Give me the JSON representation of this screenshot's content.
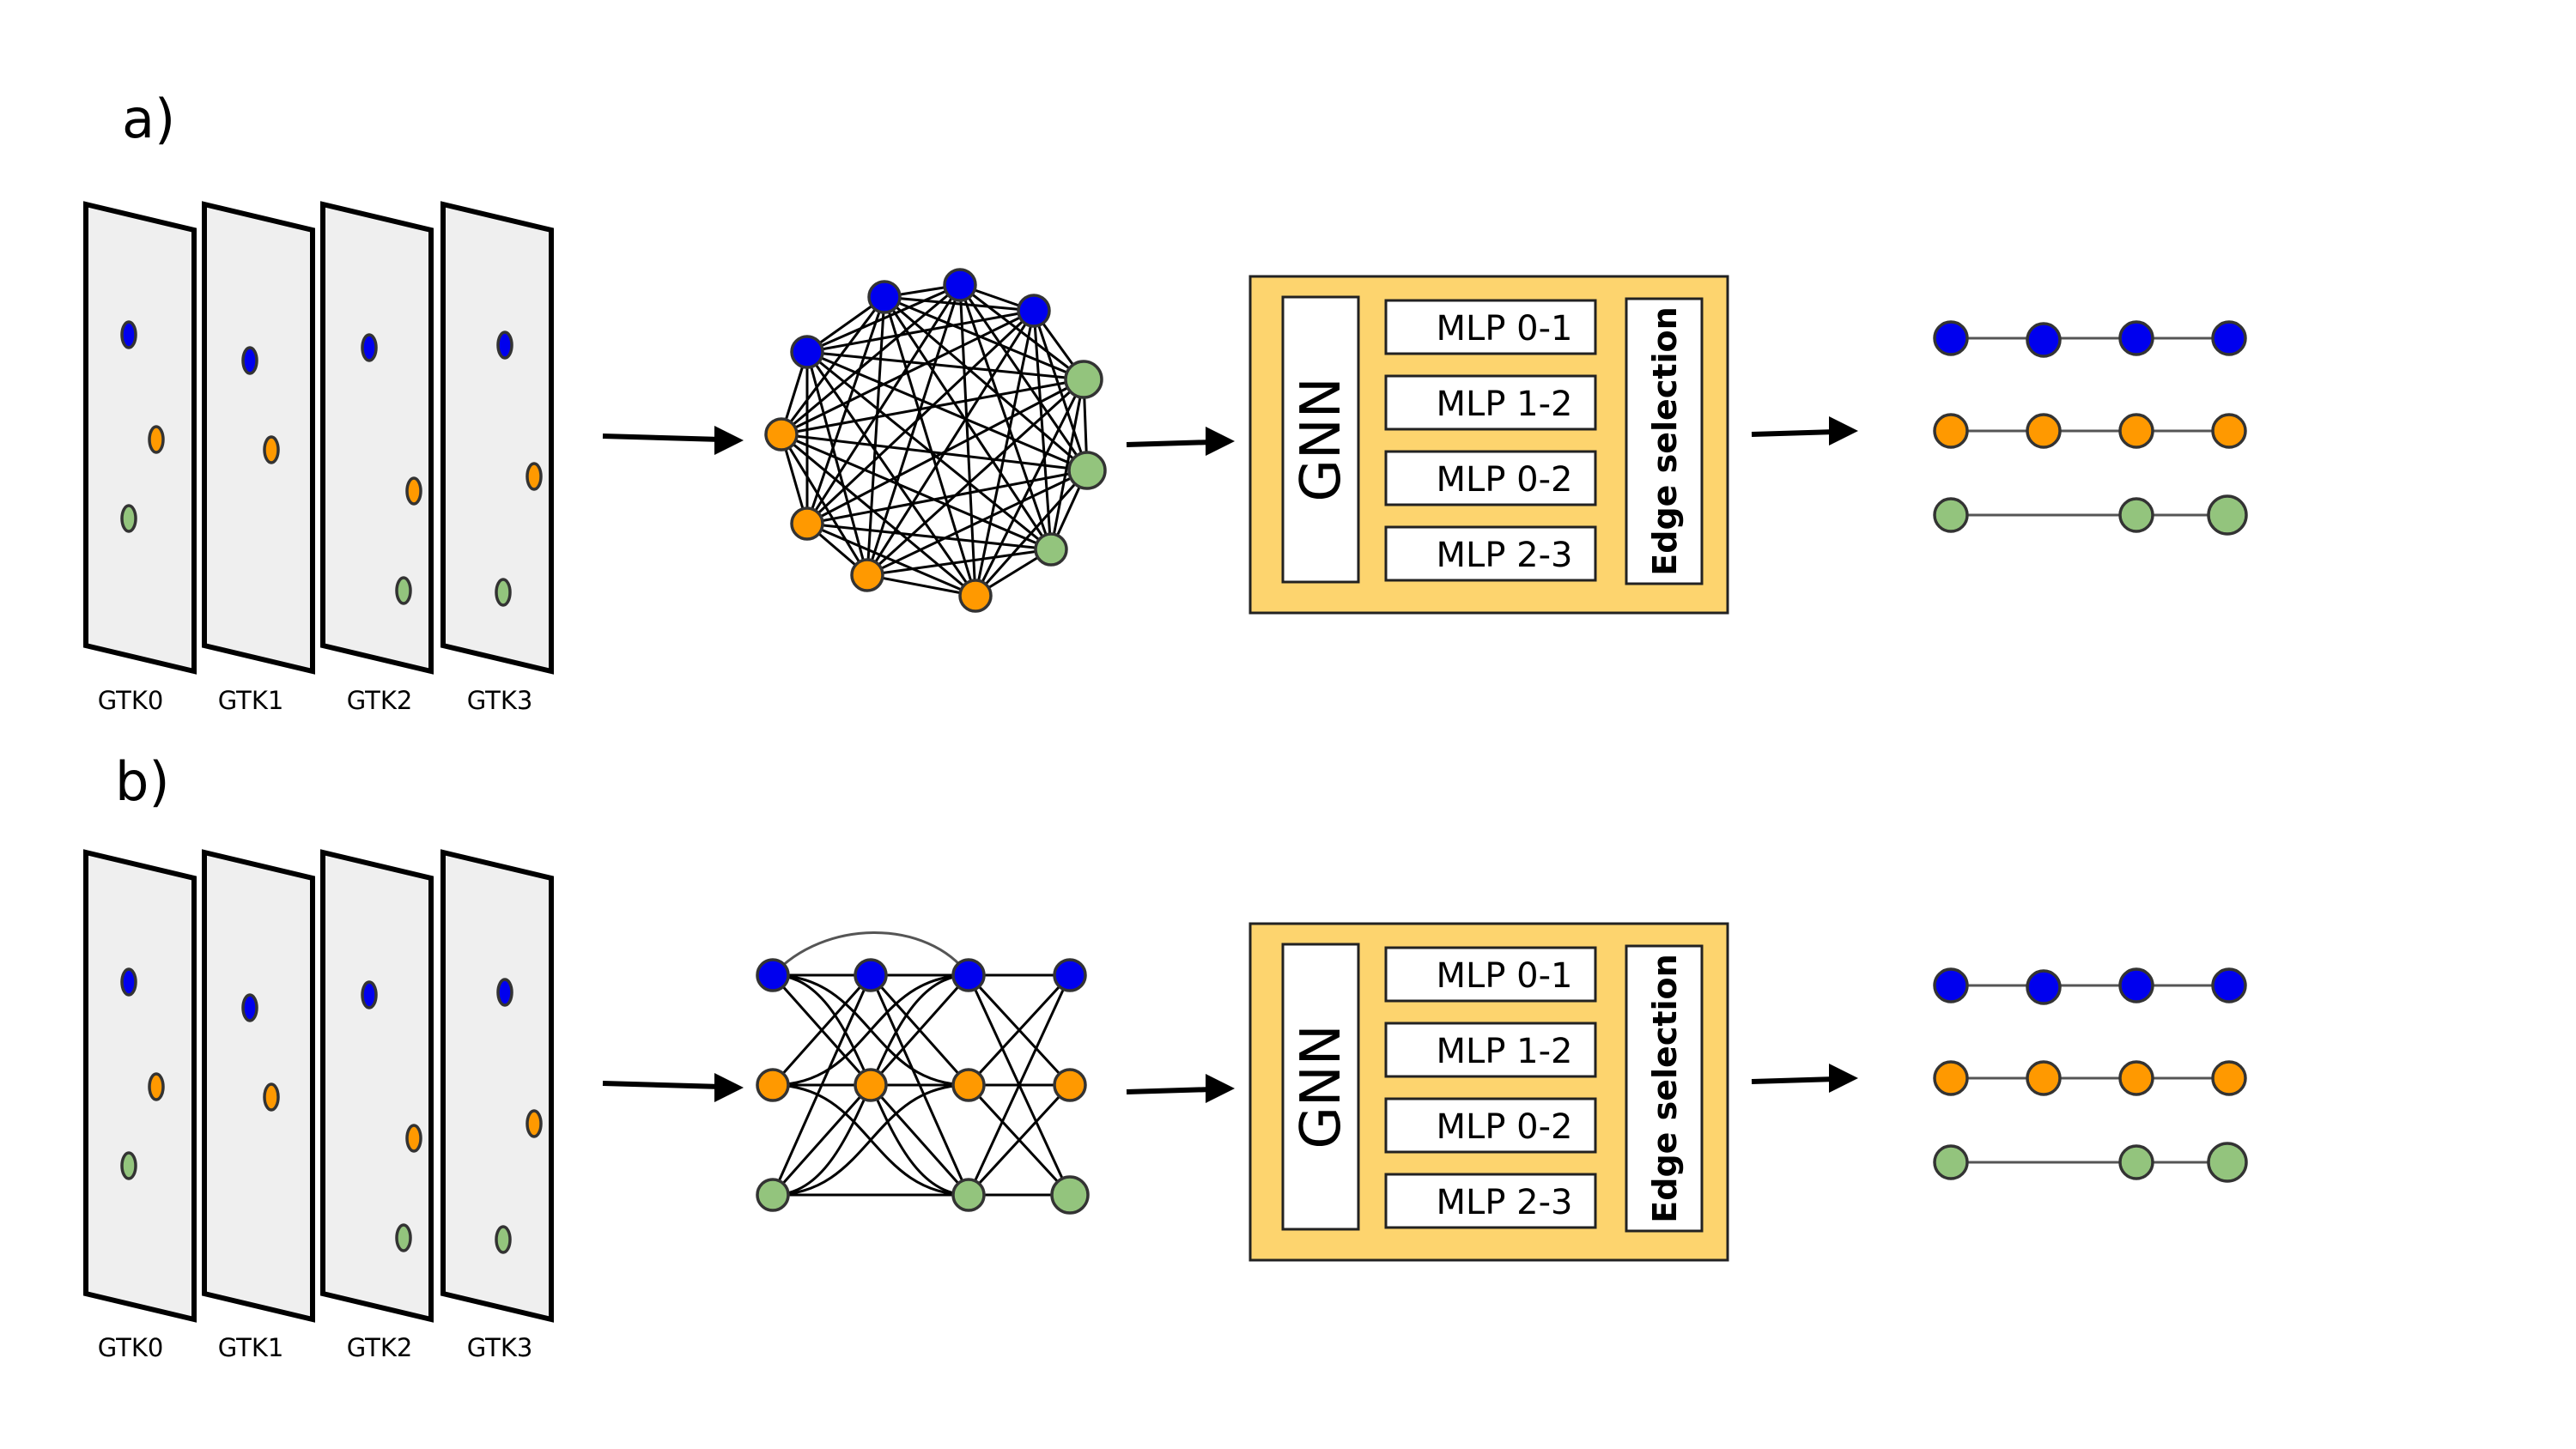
{
  "colors": {
    "blue": "#0000ee",
    "orange": "#ff9900",
    "green": "#93c47d",
    "box_fill": "#fdd46e",
    "plane_fill": "#efefef"
  },
  "panels": [
    {
      "label": "a)",
      "detector_labels": [
        "GTK0",
        "GTK1",
        "GTK2",
        "GTK3"
      ],
      "gnn_label": "GNN",
      "mlp_labels": [
        "MLP 0-1",
        "MLP 1-2",
        "MLP 0-2",
        "MLP 2-3"
      ],
      "edge_selection_label": "Edge selection"
    },
    {
      "label": "b)",
      "detector_labels": [
        "GTK0",
        "GTK1",
        "GTK2",
        "GTK3"
      ],
      "gnn_label": "GNN",
      "mlp_labels": [
        "MLP 0-1",
        "MLP 1-2",
        "MLP 0-2",
        "MLP 2-3"
      ],
      "edge_selection_label": "Edge selection"
    }
  ]
}
